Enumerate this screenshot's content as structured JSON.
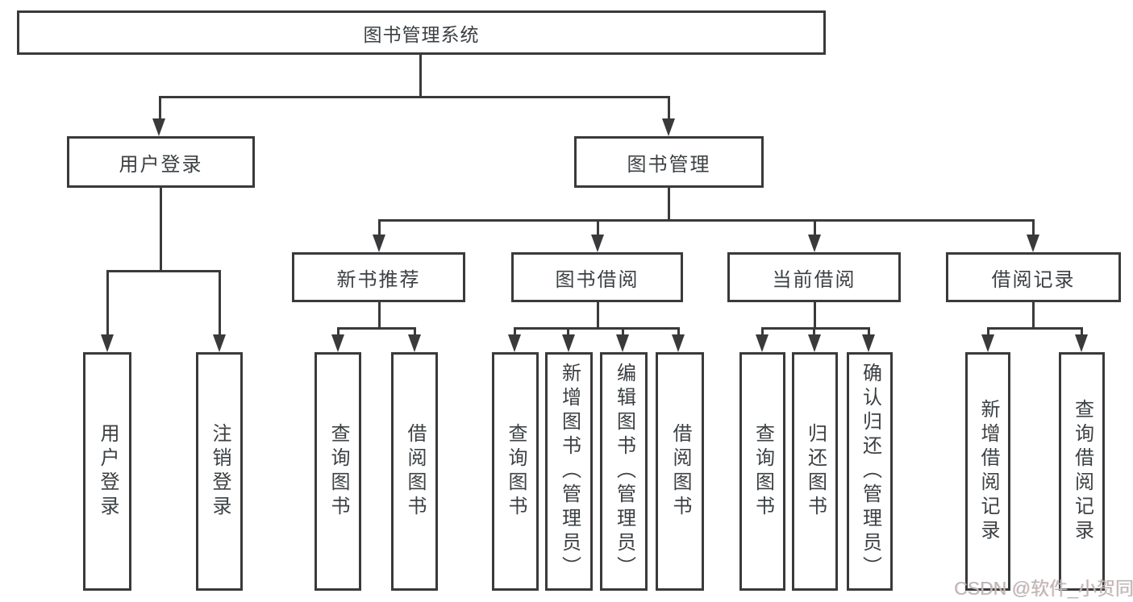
{
  "title": {
    "label": "图书管理系统"
  },
  "nodes": {
    "level2": [
      {
        "id": "user-login",
        "label": "用户登录",
        "children": [
          "用户登录",
          "注销登录"
        ]
      },
      {
        "id": "book-management",
        "label": "图书管理"
      }
    ],
    "level3": [
      {
        "id": "new-book-recommend",
        "label": "新书推荐",
        "children": [
          "查询图书",
          "借阅图书"
        ]
      },
      {
        "id": "book-borrow",
        "label": "图书借阅",
        "children": [
          "查询图书",
          "新增图书（管理员）",
          "编辑图书（管理员）",
          "借阅图书"
        ]
      },
      {
        "id": "current-borrow",
        "label": "当前借阅",
        "children": [
          "查询图书",
          "归还图书",
          "确认归还（管理员）"
        ]
      },
      {
        "id": "borrow-records",
        "label": "借阅记录",
        "children": [
          "新增借阅记录",
          "查询借阅记录"
        ]
      }
    ]
  },
  "watermark": {
    "text": "CSDN @软件_小贺同学",
    "color": "#b8b8b8"
  },
  "colors": {
    "line": "#3a3a3c",
    "text": "#3c4043",
    "background": "#ffffff"
  }
}
